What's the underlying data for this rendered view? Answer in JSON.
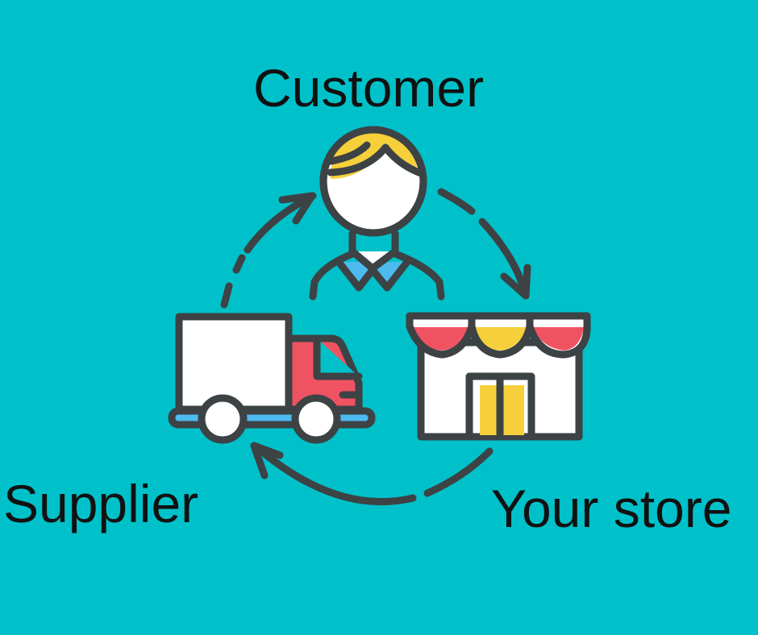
{
  "labels": {
    "customer": "Customer",
    "supplier": "Supplier",
    "store": "Your store"
  },
  "colors": {
    "background": "#00c1c9",
    "stroke": "#3d4245",
    "red": "#ef5362",
    "yellow": "#f5d03b",
    "blue": "#4dbbef",
    "white": "#ffffff"
  },
  "icons": [
    "customer-icon",
    "truck-icon",
    "store-icon",
    "cycle-arrows"
  ]
}
